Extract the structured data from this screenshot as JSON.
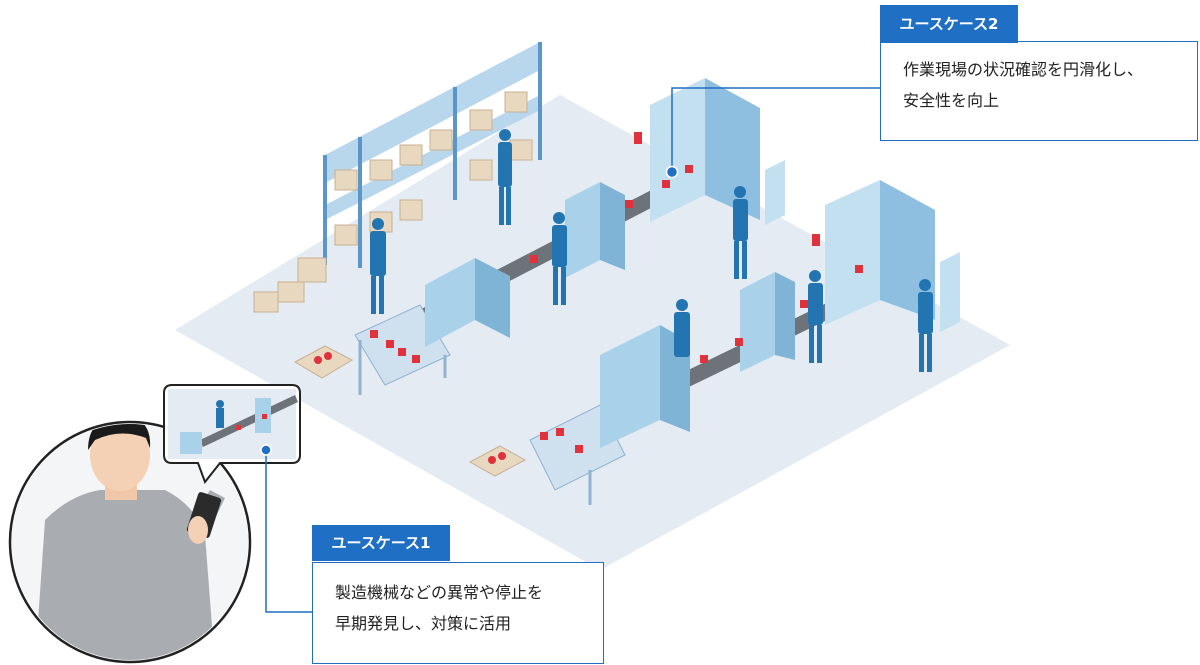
{
  "colors": {
    "accent": "#1f6fc4",
    "floor": "#e4ebf2",
    "machine": "#a9d2ea",
    "machine_dark": "#7fb4d6",
    "worker": "#2275b0",
    "product": "#e0323c",
    "box": "#e8d8c0",
    "belt": "#6e737a"
  },
  "use_case_2": {
    "tag": "ユースケース2",
    "line1": "作業現場の状況確認を円滑化し、",
    "line2": "安全性を向上"
  },
  "use_case_1": {
    "tag": "ユースケース1",
    "line1": "製造機械などの異常や停止を",
    "line2": "早期発見し、対策に活用"
  },
  "icons": {
    "manager": "person-with-smartphone-icon",
    "preview": "factory-preview-thumbnail",
    "marker": "location-dot-icon"
  }
}
